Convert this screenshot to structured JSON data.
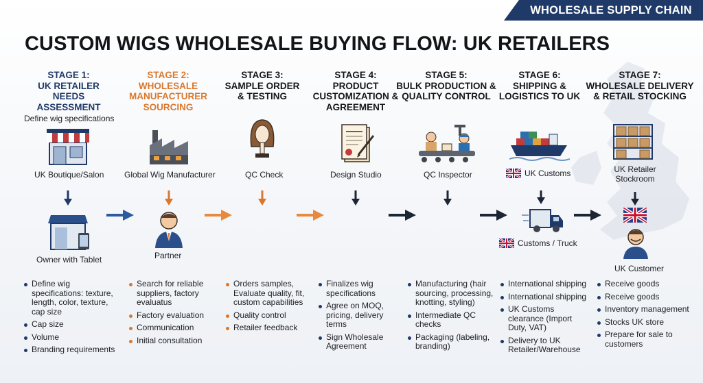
{
  "banner": "WHOLESALE SUPPLY CHAIN",
  "title": "CUSTOM WIGS WHOLESALE BUYING FLOW: UK RETAILERS",
  "stages": [
    {
      "num": "STAGE 1:",
      "name": "UK RETAILER NEEDS ASSESSMENT",
      "top_note": "Define wig specifications",
      "label1": "UK Boutique/Salon",
      "label2": "Owner with Tablet",
      "bullets": [
        "Define wig specifications: texture, length, color, texture, cap size",
        "Cap size",
        "Volume",
        "Branding requirements"
      ]
    },
    {
      "num": "STAGE 2:",
      "name": "WHOLESALE MANUFACTURER SOURCING",
      "label1": "Global Wig Manufacturer",
      "label2": "Partner",
      "bullets": [
        "Search for reliable suppliers, factory evaluatus",
        "Factory evaluation",
        "Communication",
        "Initial consultation"
      ]
    },
    {
      "num": "STAGE 3:",
      "name": "SAMPLE ORDER & TESTING",
      "label1": "QC Check",
      "bullets": [
        "Orders samples, Evaluate quality, fit, custom capabilities",
        "Quality control",
        "Retailer feedback"
      ]
    },
    {
      "num": "STAGE 4:",
      "name": "PRODUCT CUSTOMIZATION & AGREEMENT",
      "label1": "Design Studio",
      "bullets": [
        "Finalizes wig specifications",
        "Agree on MOQ, pricing, delivery terms",
        "Sign Wholesale Agreement"
      ]
    },
    {
      "num": "STAGE 5:",
      "name": "BULK PRODUCTION & QUALITY CONTROL",
      "label1": "QC Inspector",
      "bullets": [
        "Manufacturing (hair sourcing, processing, knotting, styling)",
        "Intermediate QC checks",
        "Packaging (labeling, branding)"
      ]
    },
    {
      "num": "STAGE 6:",
      "name": "SHIPPING & LOGISTICS TO UK",
      "label1": "UK Customs",
      "label2": "Customs / Truck",
      "bullets": [
        "International shipping",
        "International shipping",
        "UK Customs clearance (Import Duty, VAT)",
        "Delivery to UK Retailer/Warehouse"
      ]
    },
    {
      "num": "STAGE 7:",
      "name": "WHOLESALE DELIVERY & RETAIL STOCKING",
      "label1": "UK Retailer Stockroom",
      "label2": "UK Customer",
      "bullets": [
        "Receive goods",
        "Receive goods",
        "Inventory management",
        "Stocks UK store",
        "Prepare for sale to customers"
      ]
    }
  ],
  "colors": {
    "navy": "#1f3a68",
    "orange": "#d9782d"
  }
}
